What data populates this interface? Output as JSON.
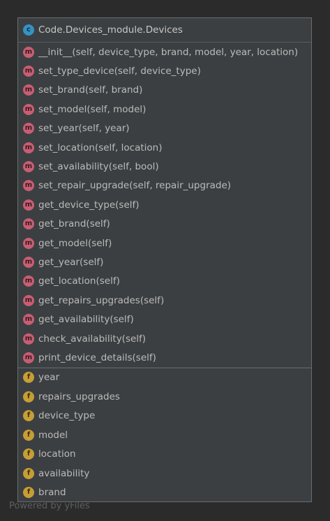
{
  "class": {
    "badge": "c",
    "title": "Code.Devices_module.Devices"
  },
  "methods": [
    {
      "badge": "m",
      "label": "__init__(self, device_type, brand, model, year, location)"
    },
    {
      "badge": "m",
      "label": "set_type_device(self, device_type)"
    },
    {
      "badge": "m",
      "label": "set_brand(self, brand)"
    },
    {
      "badge": "m",
      "label": "set_model(self, model)"
    },
    {
      "badge": "m",
      "label": "set_year(self, year)"
    },
    {
      "badge": "m",
      "label": "set_location(self, location)"
    },
    {
      "badge": "m",
      "label": "set_availability(self, bool)"
    },
    {
      "badge": "m",
      "label": "set_repair_upgrade(self, repair_upgrade)"
    },
    {
      "badge": "m",
      "label": "get_device_type(self)"
    },
    {
      "badge": "m",
      "label": "get_brand(self)"
    },
    {
      "badge": "m",
      "label": "get_model(self)"
    },
    {
      "badge": "m",
      "label": "get_year(self)"
    },
    {
      "badge": "m",
      "label": "get_location(self)"
    },
    {
      "badge": "m",
      "label": "get_repairs_upgrades(self)"
    },
    {
      "badge": "m",
      "label": "get_availability(self)"
    },
    {
      "badge": "m",
      "label": "check_availability(self)"
    },
    {
      "badge": "m",
      "label": "print_device_details(self)"
    }
  ],
  "fields": [
    {
      "badge": "f",
      "label": "year"
    },
    {
      "badge": "f",
      "label": "repairs_upgrades"
    },
    {
      "badge": "f",
      "label": "device_type"
    },
    {
      "badge": "f",
      "label": "model"
    },
    {
      "badge": "f",
      "label": "location"
    },
    {
      "badge": "f",
      "label": "availability"
    },
    {
      "badge": "f",
      "label": "brand"
    }
  ],
  "watermark": "Powered by yFiles",
  "colors": {
    "background": "#2b2b2b",
    "box": "#3c3f41",
    "class_badge": "#3592c4",
    "method_badge": "#c75e73",
    "field_badge": "#c69e35",
    "text": "#bbbbbb"
  }
}
